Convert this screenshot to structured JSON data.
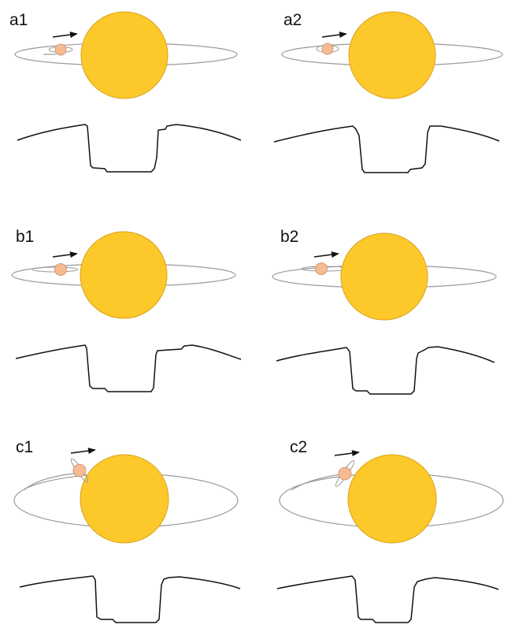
{
  "figure": {
    "panels": [
      {
        "id": "a1",
        "label": "a1",
        "type": "orbit-with-light-curve"
      },
      {
        "id": "a2",
        "label": "a2",
        "type": "orbit-with-light-curve"
      },
      {
        "id": "b1",
        "label": "b1",
        "type": "orbit-with-light-curve"
      },
      {
        "id": "b2",
        "label": "b2",
        "type": "orbit-with-light-curve"
      },
      {
        "id": "c1",
        "label": "c1",
        "type": "orbit-with-light-curve"
      },
      {
        "id": "c2",
        "label": "c2",
        "type": "orbit-with-light-curve"
      }
    ]
  },
  "colors": {
    "star_fill": "#fdc82a",
    "star_stroke": "#d9a21c",
    "planet_fill": "#f7bb92",
    "planet_stroke": "#c98a64",
    "orbit_stroke": "#9a9a9a",
    "curve_stroke": "#111111",
    "arrow": "#111111"
  },
  "icons": {
    "direction": "arrow-right-icon",
    "star": "star-disc-icon",
    "planet": "ringed-planet-icon"
  }
}
